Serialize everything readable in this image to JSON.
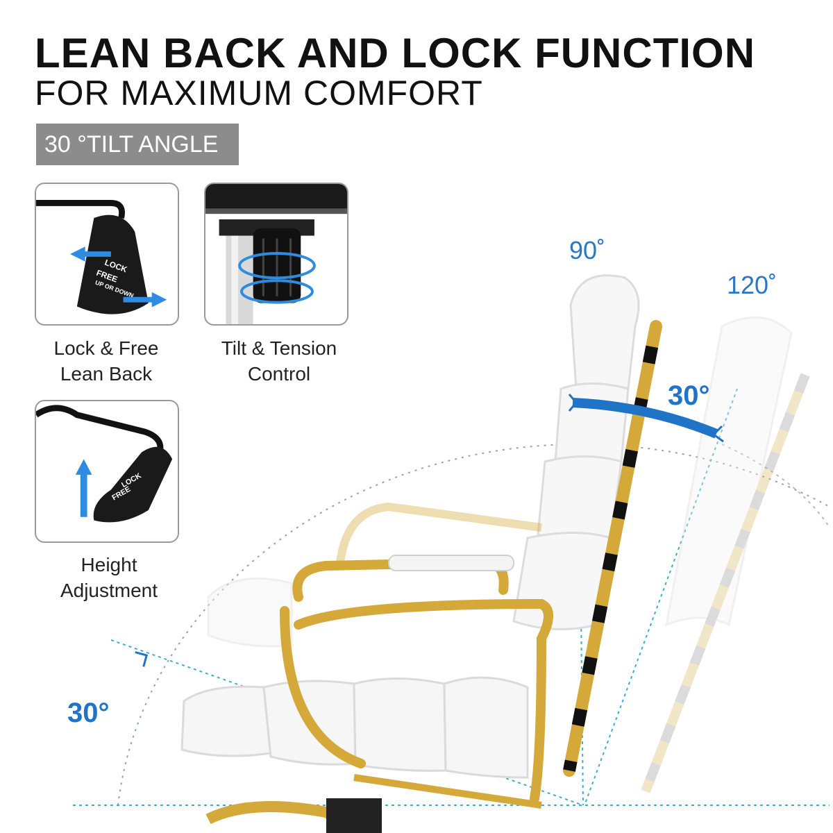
{
  "header": {
    "title": "LEAN BACK AND LOCK FUNCTION",
    "subtitle": "FOR MAXIMUM COMFORT"
  },
  "badge": {
    "label": "30 °TILT ANGLE"
  },
  "features": [
    {
      "caption_line1": "Lock & Free",
      "caption_line2": "Lean Back",
      "icon": "lever-lock-icon",
      "lever_text": [
        "LOCK",
        "FREE",
        "UP OR DOWN"
      ]
    },
    {
      "caption_line1": "Tilt & Tension",
      "caption_line2": "Control",
      "icon": "tension-knob-icon"
    },
    {
      "caption_line1": "Height",
      "caption_line2": "Adjustment",
      "icon": "height-lever-icon",
      "lever_text": [
        "LOCK",
        "FREE"
      ]
    }
  ],
  "angles": {
    "upright": "90˚",
    "reclined": "120˚",
    "back_tilt": "30°",
    "seat_tilt": "30°"
  },
  "colors": {
    "accent_blue": "#1f74c8",
    "arrow_blue": "#2f8be0",
    "gold": "#d4a93a",
    "badge_gray": "#8c8c8c",
    "dotted_teal": "#3ab0c8"
  }
}
